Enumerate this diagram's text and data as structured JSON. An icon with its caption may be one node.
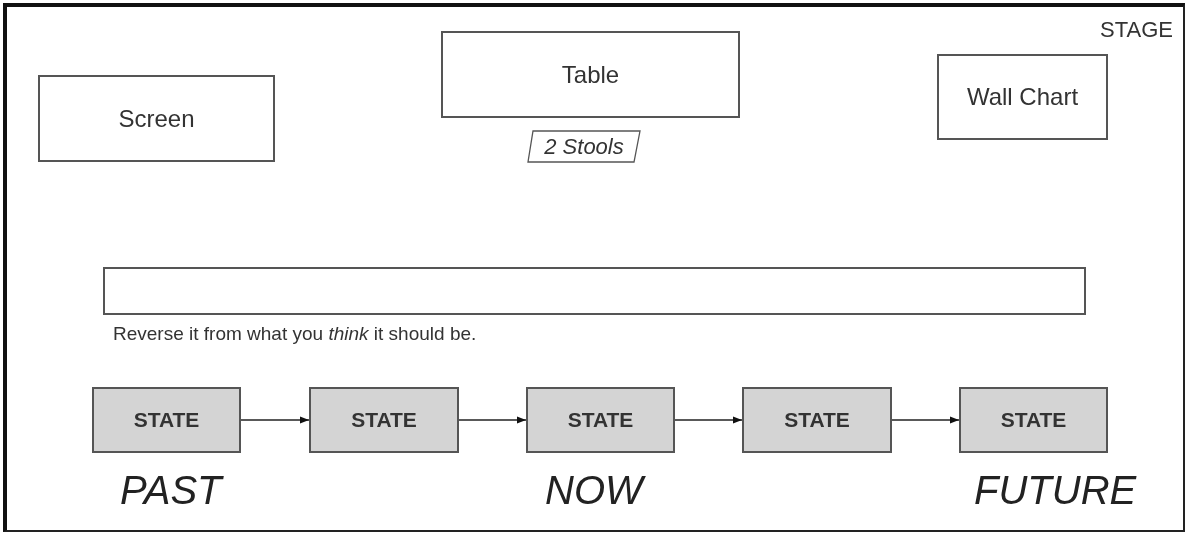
{
  "diagram": {
    "nodes": [
      {
        "text": [
          "STAGE"
        ]
      },
      {
        "text": [
          "Screen"
        ],
        "in": 0
      },
      {
        "text": [
          "Table"
        ],
        "in": 0
      },
      {
        "text": [
          "2 Stools"
        ],
        "in": 0
      },
      {
        "text": [
          "Wall Chart"
        ],
        "in": 0
      },
      {
        "text": [
          "Reverse it from what you *think* it should be."
        ],
        "in": 0
      },
      {
        "text": [
          "STATE"
        ],
        "in": 0
      },
      {
        "text": [
          "STATE"
        ],
        "in": 0
      },
      {
        "text": [
          "STATE"
        ],
        "in": 0
      },
      {
        "text": [
          "STATE"
        ],
        "in": 0
      },
      {
        "text": [
          "STATE"
        ],
        "in": 0
      }
    ],
    "edges": [
      {
        "from": 6,
        "to": 7,
        "arrow": "to"
      },
      {
        "from": 7,
        "to": 8,
        "arrow": "to"
      },
      {
        "from": 8,
        "to": 9,
        "arrow": "to"
      },
      {
        "from": 9,
        "to": 10,
        "arrow": "to"
      }
    ],
    "labels": [
      "PAST",
      "NOW",
      "FUTURE"
    ]
  }
}
